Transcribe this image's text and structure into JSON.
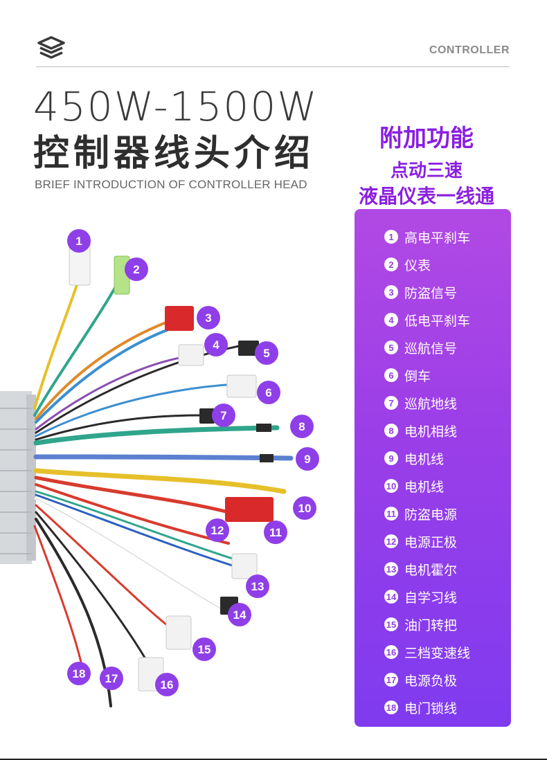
{
  "header": {
    "brand": "CONTROLLER",
    "logo_icon": "stacked-layers-icon"
  },
  "title": {
    "watts": "450W-1500W",
    "chinese": "控制器线头介绍",
    "subtitle": "BRIEF INTRODUCTION OF CONTROLLER HEAD"
  },
  "extras": {
    "heading": "附加功能",
    "line1": "点动三速",
    "line2": "液晶仪表一线通"
  },
  "colors": {
    "accent_purple": "#8a1fe0",
    "panel_top": "#b149e4",
    "panel_bottom": "#7f3bef"
  },
  "legend": [
    {
      "num": "1",
      "label": "高电平刹车"
    },
    {
      "num": "2",
      "label": "仪表"
    },
    {
      "num": "3",
      "label": "防盗信号"
    },
    {
      "num": "4",
      "label": "低电平刹车"
    },
    {
      "num": "5",
      "label": "巡航信号"
    },
    {
      "num": "6",
      "label": "倒车"
    },
    {
      "num": "7",
      "label": "巡航地线"
    },
    {
      "num": "8",
      "label": "电机相线"
    },
    {
      "num": "9",
      "label": "电机线"
    },
    {
      "num": "10",
      "label": "电机线"
    },
    {
      "num": "11",
      "label": "防盗电源"
    },
    {
      "num": "12",
      "label": "电源正极"
    },
    {
      "num": "13",
      "label": "电机霍尔"
    },
    {
      "num": "14",
      "label": "自学习线"
    },
    {
      "num": "15",
      "label": "油门转把"
    },
    {
      "num": "16",
      "label": "三档变速线"
    },
    {
      "num": "17",
      "label": "电源负极"
    },
    {
      "num": "18",
      "label": "电门锁线"
    }
  ],
  "markers": [
    "1",
    "2",
    "3",
    "4",
    "5",
    "6",
    "7",
    "8",
    "9",
    "10",
    "11",
    "12",
    "13",
    "14",
    "15",
    "16",
    "17",
    "18"
  ]
}
